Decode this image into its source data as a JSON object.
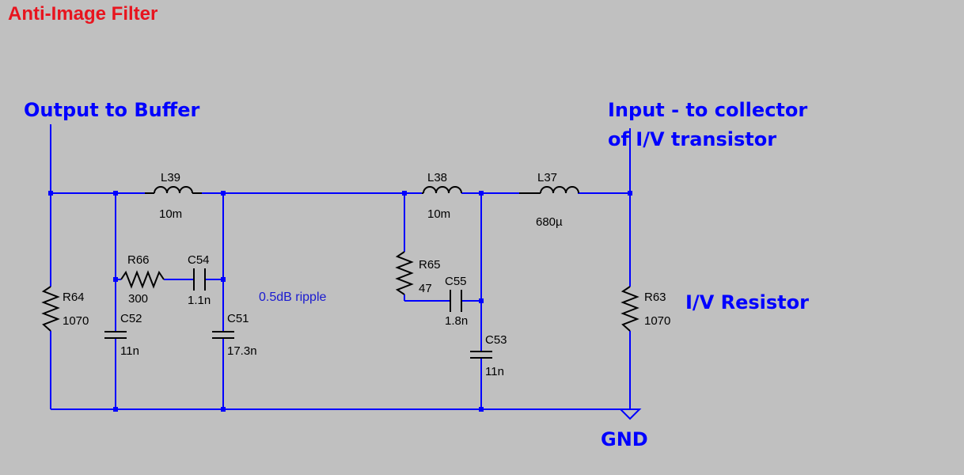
{
  "title": "Anti-Image Filter",
  "output_label": "Output to Buffer",
  "input_label_line1": "Input - to collector",
  "input_label_line2": "of I/V transistor",
  "iv_resistor_label": "I/V Resistor",
  "gnd_label": "GND",
  "ripple_note": "0.5dB ripple",
  "colors": {
    "wire": "#0000ff",
    "component": "#000000",
    "title": "#e8141e",
    "label": "#0000ff"
  },
  "components": {
    "L39": {
      "name": "L39",
      "value": "10m"
    },
    "L38": {
      "name": "L38",
      "value": "10m"
    },
    "L37": {
      "name": "L37",
      "value": "680µ"
    },
    "R66": {
      "name": "R66",
      "value": "300"
    },
    "C54": {
      "name": "C54",
      "value": "1.1n"
    },
    "R64": {
      "name": "R64",
      "value": "1070"
    },
    "C52": {
      "name": "C52",
      "value": "11n"
    },
    "C51": {
      "name": "C51",
      "value": "17.3n"
    },
    "R65": {
      "name": "R65",
      "value": "47"
    },
    "C55": {
      "name": "C55",
      "value": "1.8n"
    },
    "C53": {
      "name": "C53",
      "value": "11n"
    },
    "R63": {
      "name": "R63",
      "value": "1070"
    }
  }
}
